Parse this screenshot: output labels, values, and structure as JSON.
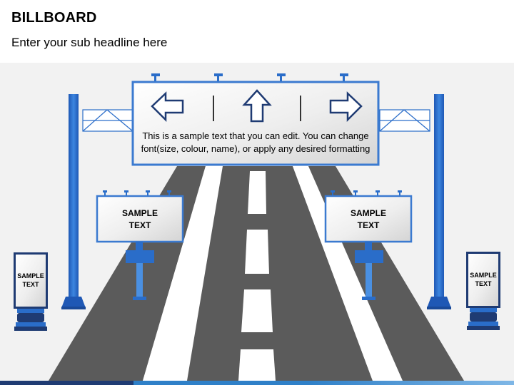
{
  "header": {
    "title": "BILLBOARD",
    "subtitle": "Enter your sub headline here"
  },
  "main_billboard": {
    "text_line1": "This is a sample text that you can edit. You can change",
    "text_line2": "font(size, colour, name), or apply any desired formatting",
    "arrows": [
      "left-arrow-icon",
      "up-arrow-icon",
      "right-arrow-icon"
    ]
  },
  "roadside_billboards": {
    "left": {
      "line1": "SAMPLE",
      "line2": "TEXT"
    },
    "right": {
      "line1": "SAMPLE",
      "line2": "TEXT"
    }
  },
  "kiosks": {
    "left": {
      "line1": "SAMPLE",
      "line2": "TEXT"
    },
    "right": {
      "line1": "SAMPLE",
      "line2": "TEXT"
    }
  },
  "colors": {
    "pole_blue": "#2a6dc9",
    "dark_blue": "#1f3b73",
    "road_gray": "#5b5b5b",
    "background": "#f2f2f2",
    "board_border": "#3b7ad0"
  }
}
